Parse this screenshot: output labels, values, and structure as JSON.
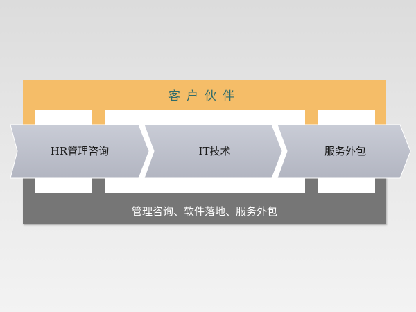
{
  "partner": {
    "title": "客户伙伴"
  },
  "stages": [
    {
      "label": "HR管理咨询"
    },
    {
      "label": "IT技术"
    },
    {
      "label": "服务外包"
    }
  ],
  "base": {
    "title": "管理咨询、软件落地、服务外包"
  },
  "colors": {
    "partner": "#f5bd68",
    "base": "#767676",
    "arrow": "#b9bcc8",
    "title_text": "#2f6b6b"
  }
}
